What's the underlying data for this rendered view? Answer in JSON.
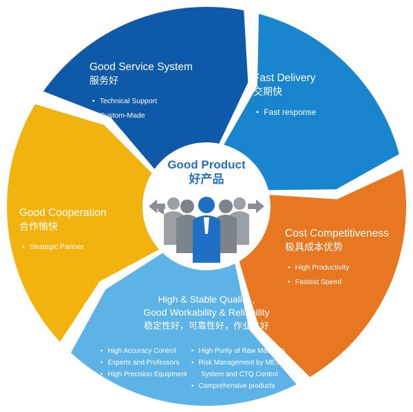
{
  "center": {
    "title": "Good Product",
    "title_zh": "好产品",
    "icon": "team-people-arrows-icon"
  },
  "segments": [
    {
      "key": "service",
      "color": "#0f5aa8",
      "title": "Good Service System",
      "title_zh": "服务好",
      "bullets": [
        "Technical Support",
        "Custom-Made"
      ]
    },
    {
      "key": "delivery",
      "color": "#1a85cf",
      "title": "Fast Delivery",
      "title_zh": "交期快",
      "bullets": [
        "Fast response"
      ]
    },
    {
      "key": "cost",
      "color": "#e87722",
      "title": "Cost Competitiveness",
      "title_zh": "极具成本优势",
      "bullets": [
        "High Productivity",
        "Fastest Speed"
      ]
    },
    {
      "key": "quality",
      "color": "#5eb3e6",
      "title_line1": "High & Stable Quality ,",
      "title_line2": "Good Workability & Reliability",
      "title_zh": "稳定性好，可靠性好，作业性好",
      "bullets_left": [
        "High Accuracy Control",
        "Experts and Professors",
        "High Precision Equipment"
      ],
      "bullets_right": [
        "High Purity of Raw Materials",
        "Risk Management by MES",
        "System and CTQ Control",
        "Comprehensive products"
      ]
    },
    {
      "key": "cooperation",
      "color": "#f2b30f",
      "title": "Good Cooperation",
      "title_zh": "合作愉快",
      "bullets": [
        "Strategic Partner"
      ]
    }
  ]
}
